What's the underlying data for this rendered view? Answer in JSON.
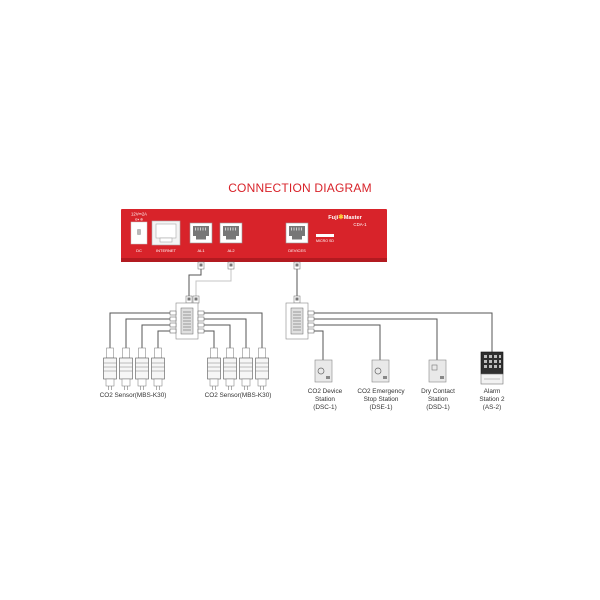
{
  "title": "CONNECTION DIAGRAM",
  "colors": {
    "accent": "#d8232a",
    "cable": "#555555",
    "device_body": "#e9e9e9"
  },
  "controller": {
    "brand_left": "Fuji",
    "brand_right": "Master",
    "model": "CDA-1",
    "power_rating_line1": "12V⎓2A",
    "power_rating_line2": "⊖◐⊕",
    "port_labels": {
      "dc": "DC",
      "internet": "INTERNET",
      "al1": "AL1",
      "al2": "AL2",
      "devices": "DEVICES",
      "micro_sd": "MICRO SD"
    }
  },
  "labels": {
    "co2_group_1": "CO2 Sensor(MBS-K30)",
    "co2_group_2": "CO2 Sensor(MBS-K30)",
    "dsc_line1": "CO2 Device",
    "dsc_line2": "Station",
    "dsc_line3": "(DSC-1)",
    "dse_line1": "CO2 Emergency",
    "dse_line2": "Stop Station",
    "dse_line3": "(DSE-1)",
    "dsd_line1": "Dry Contact",
    "dsd_line2": "Station",
    "dsd_line3": "(DSD-1)",
    "as_line1": "Alarm",
    "as_line2": "Station 2",
    "as_line3": "(AS-2)"
  }
}
